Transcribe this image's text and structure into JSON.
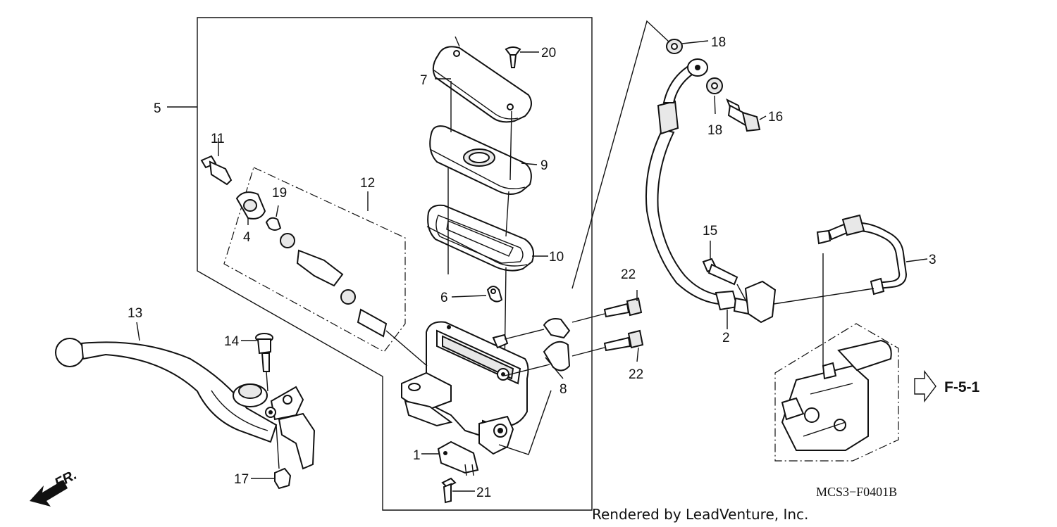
{
  "diagram": {
    "code": "MCS3−F0401B",
    "credit": "Rendered by LeadVenture, Inc.",
    "ref_label": "F-5-1",
    "direction_label": "FR.",
    "callouts": {
      "c1": "1",
      "c2": "2",
      "c3": "3",
      "c4": "4",
      "c5": "5",
      "c6": "6",
      "c7": "7",
      "c8": "8",
      "c9": "9",
      "c10": "10",
      "c11": "11",
      "c12": "12",
      "c13": "13",
      "c14": "14",
      "c15": "15",
      "c16": "16",
      "c17": "17",
      "c18a": "18",
      "c18b": "18",
      "c19": "19",
      "c20": "20",
      "c21": "21",
      "c22a": "22",
      "c22b": "22"
    }
  }
}
